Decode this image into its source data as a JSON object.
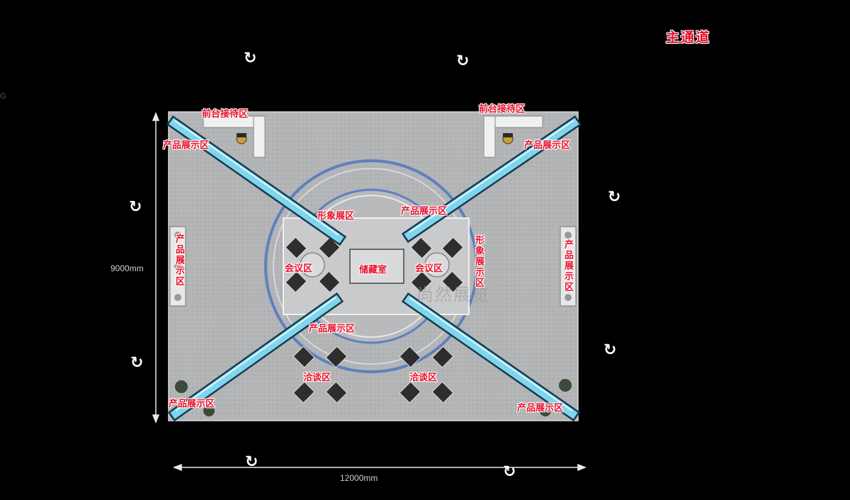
{
  "main_aisle": "主通道",
  "dimensions": {
    "height": "9000mm",
    "width": "12000mm"
  },
  "labels": {
    "reception_left": "前台接待区",
    "reception_right": "前台接待区",
    "product_top_left": "产品展示区",
    "product_top_right": "产品展示区",
    "product_left_wall": "产品展示区",
    "product_right_wall": "产品展示区",
    "product_center_top": "产品展示区",
    "product_center_bottom": "产品展示区",
    "product_bottom_left": "产品展示区",
    "product_bottom_right": "产品展示区",
    "image_top": "形象展区",
    "image_right": "形象展示区",
    "meeting_left": "会议区",
    "meeting_right": "会议区",
    "storage": "储藏室",
    "negotiation_left": "洽谈区",
    "negotiation_right": "洽谈区"
  },
  "watermark": "尚然展览",
  "corner_mark": "G",
  "flow_arrow_glyph": "↻",
  "colors": {
    "background": "#000000",
    "floor": "#b4b6b8",
    "beam": "#7fd6ec",
    "ring": "#5f7fc0",
    "label_text": "#e8102a"
  }
}
